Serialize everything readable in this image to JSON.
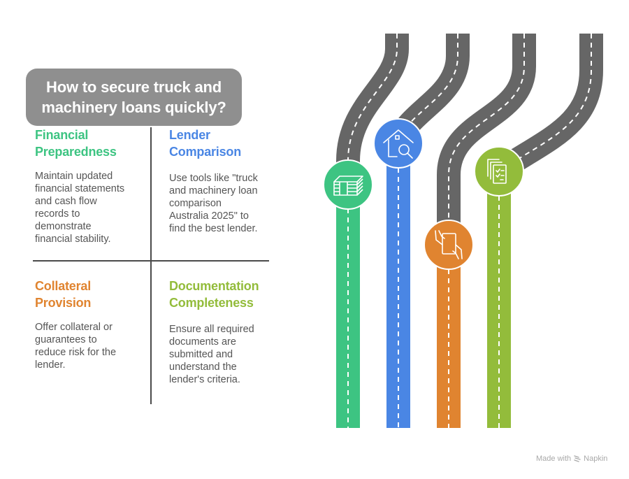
{
  "title": "How to secure truck and\nmachinery loans quickly?",
  "quadrants": [
    {
      "heading": "Financial\nPreparedness",
      "body": "Maintain updated\nfinancial statements\nand cash flow\nrecords to\ndemonstrate\nfinancial stability.",
      "color": "#3dc482",
      "icon": "money-stack-icon"
    },
    {
      "heading": "Lender\nComparison",
      "body": "Use tools like \"truck\nand machinery loan\ncomparison\nAustralia 2025\" to\nfind the best lender.",
      "color": "#4a86e4",
      "icon": "house-search-icon"
    },
    {
      "heading": "Collateral\nProvision",
      "body": "Offer collateral or\nguarantees to\nreduce risk for the\nlender.",
      "color": "#e08430",
      "icon": "hands-tablet-icon"
    },
    {
      "heading": "Documentation\nCompleteness",
      "body": "Ensure all required\ndocuments are\nsubmitted and\nunderstand the\nlender's criteria.",
      "color": "#93bc3b",
      "icon": "checklist-documents-icon"
    }
  ],
  "road_color": "#666666",
  "footer": {
    "made_with": "Made with",
    "brand": "Napkin"
  }
}
